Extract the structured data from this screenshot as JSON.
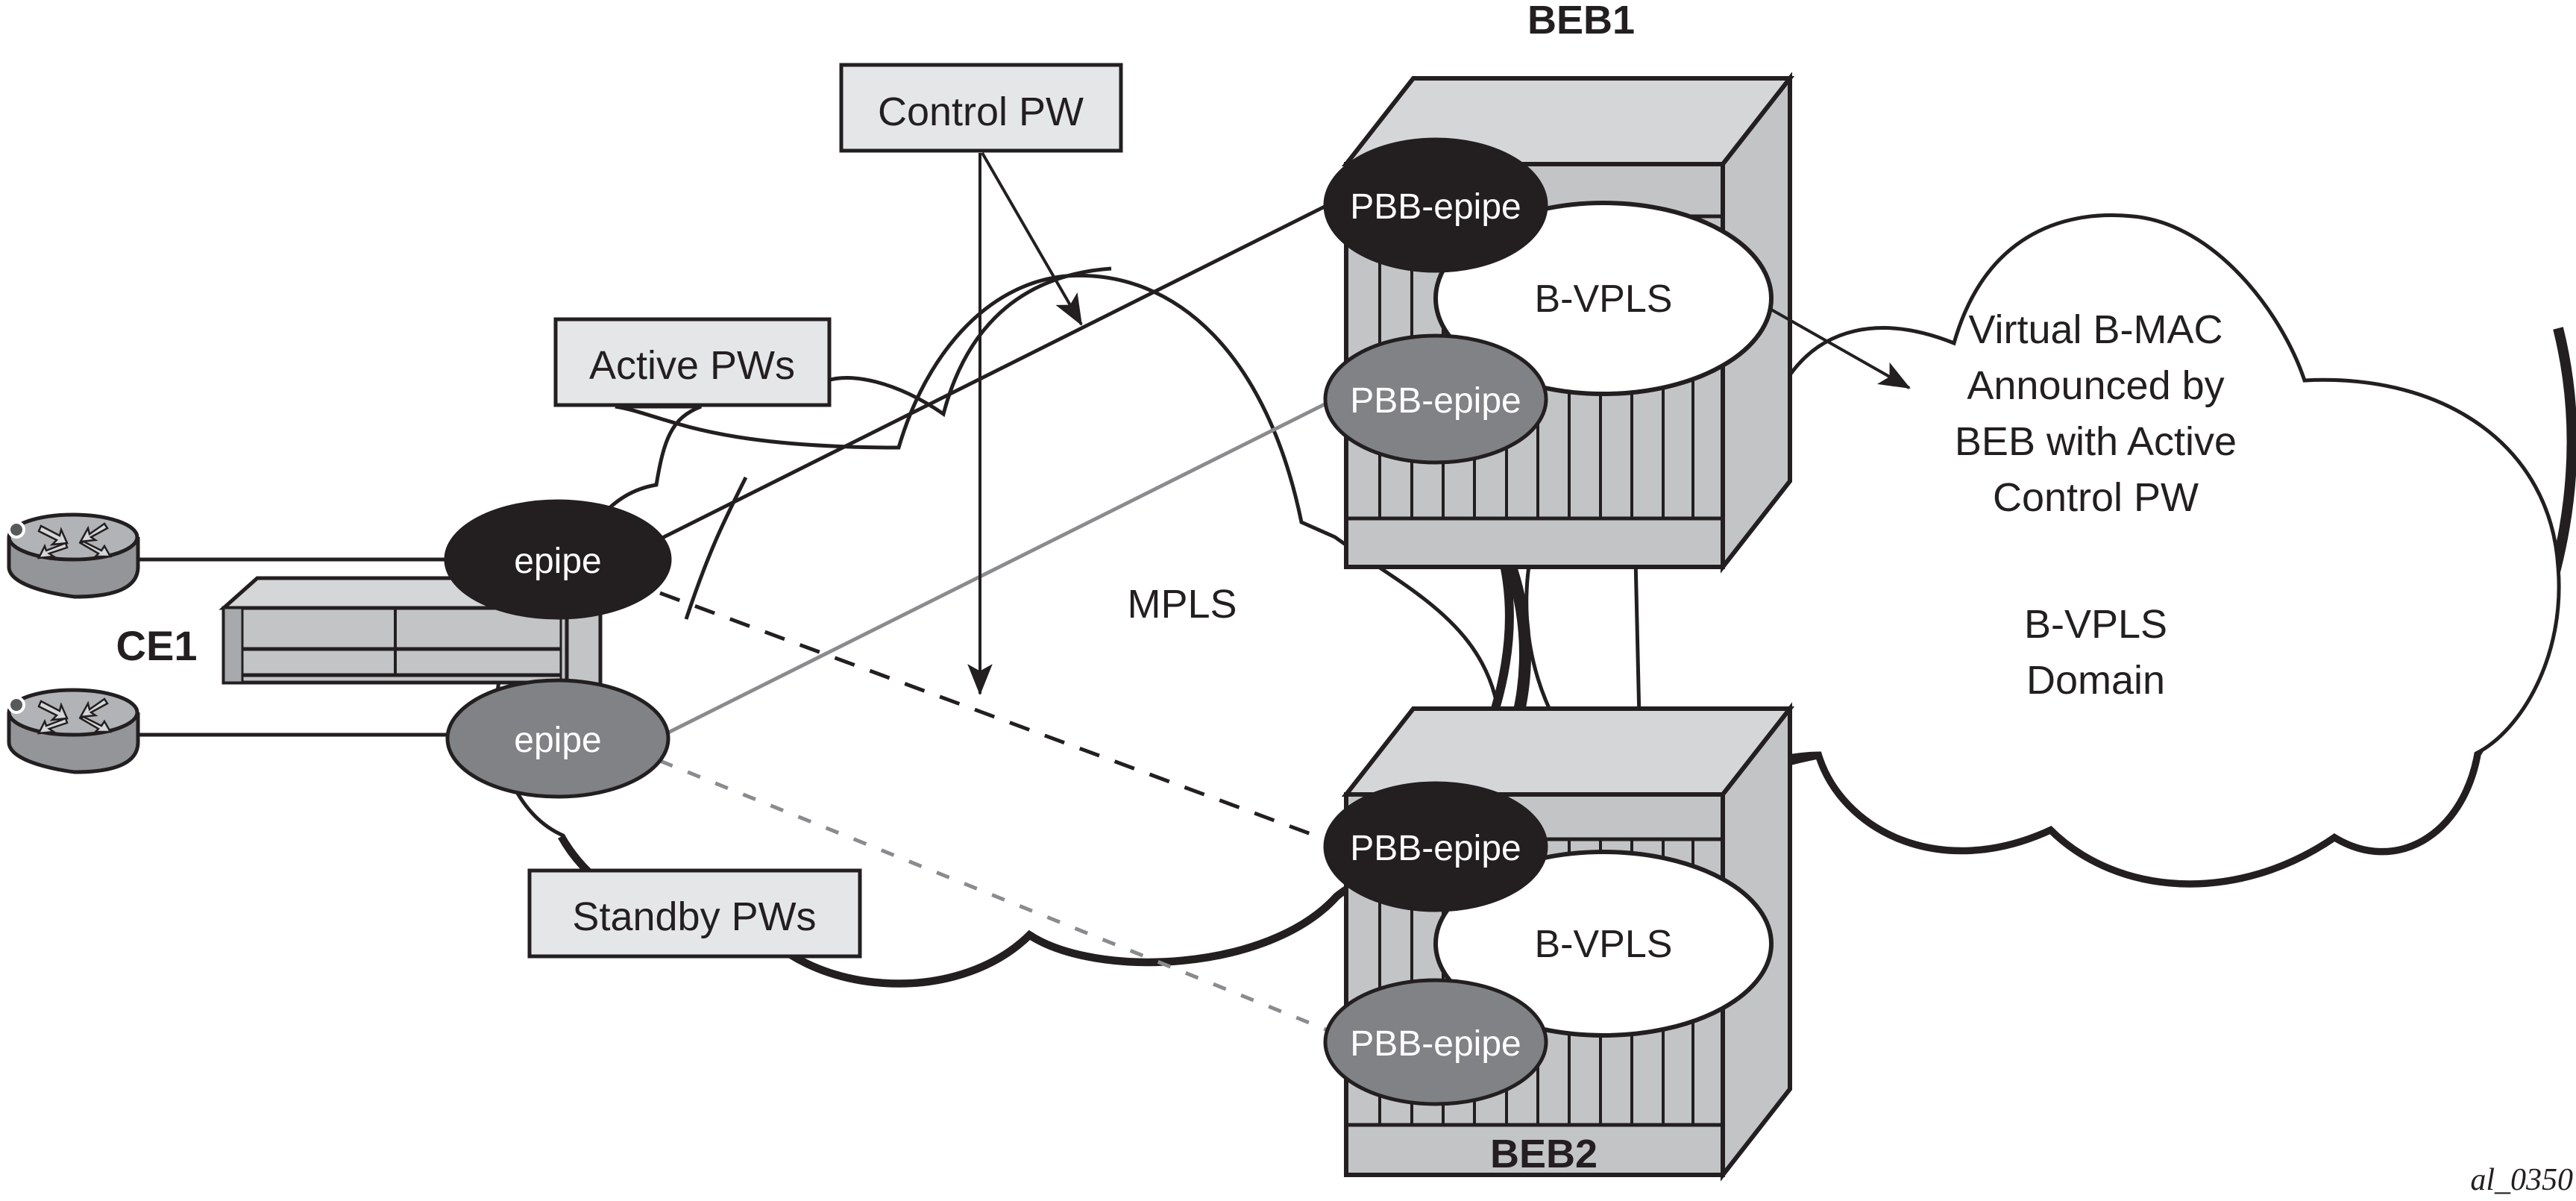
{
  "title": "PBB Epipe with Control PW redundancy to dual BEBs",
  "colors": {
    "stroke": "#231f20",
    "chassis_front": "#c3c4c6",
    "chassis_top": "#d5d6d8",
    "chassis_side": "#b9babc",
    "label_box": "#e5e6e8",
    "active_service": "#231f20",
    "standby_service": "#808285",
    "standby_line": "#8a8b8e",
    "router_body": "#939598",
    "router_top": "#b1b3b6",
    "white": "#ffffff"
  },
  "nodes": {
    "beb1": {
      "label": "BEB1"
    },
    "beb2": {
      "label": "BEB2"
    },
    "ce1": {
      "label": "CE1"
    }
  },
  "services": {
    "ce_active_epipe": "epipe",
    "ce_standby_epipe": "epipe",
    "beb1_active_pbb": "PBB-epipe",
    "beb1_standby_pbb": "PBB-epipe",
    "beb1_bvpls": "B-VPLS",
    "beb2_active_pbb": "PBB-epipe",
    "beb2_standby_pbb": "PBB-epipe",
    "beb2_bvpls": "B-VPLS"
  },
  "callouts": {
    "control_pw": "Control PW",
    "active_pws": "Active PWs",
    "standby_pws": "Standby PWs"
  },
  "clouds": {
    "mpls": "MPLS",
    "bvpls_domain": {
      "note_lines": [
        "Virtual B-MAC",
        "Announced by",
        "BEB with Active",
        "Control PW"
      ],
      "label_lines": [
        "B-VPLS",
        "Domain"
      ]
    }
  },
  "links": [
    {
      "from": "ce_active_epipe",
      "to": "beb1_active_pbb",
      "style": "solid",
      "state": "active"
    },
    {
      "from": "ce_standby_epipe",
      "to": "beb1_standby_pbb",
      "style": "solid-gray",
      "state": "active"
    },
    {
      "from": "ce_active_epipe",
      "to": "beb2_active_pbb",
      "style": "dashed",
      "state": "standby"
    },
    {
      "from": "ce_standby_epipe",
      "to": "beb2_standby_pbb",
      "style": "dashed-gray",
      "state": "standby"
    }
  ],
  "figure_id": "al_0350"
}
